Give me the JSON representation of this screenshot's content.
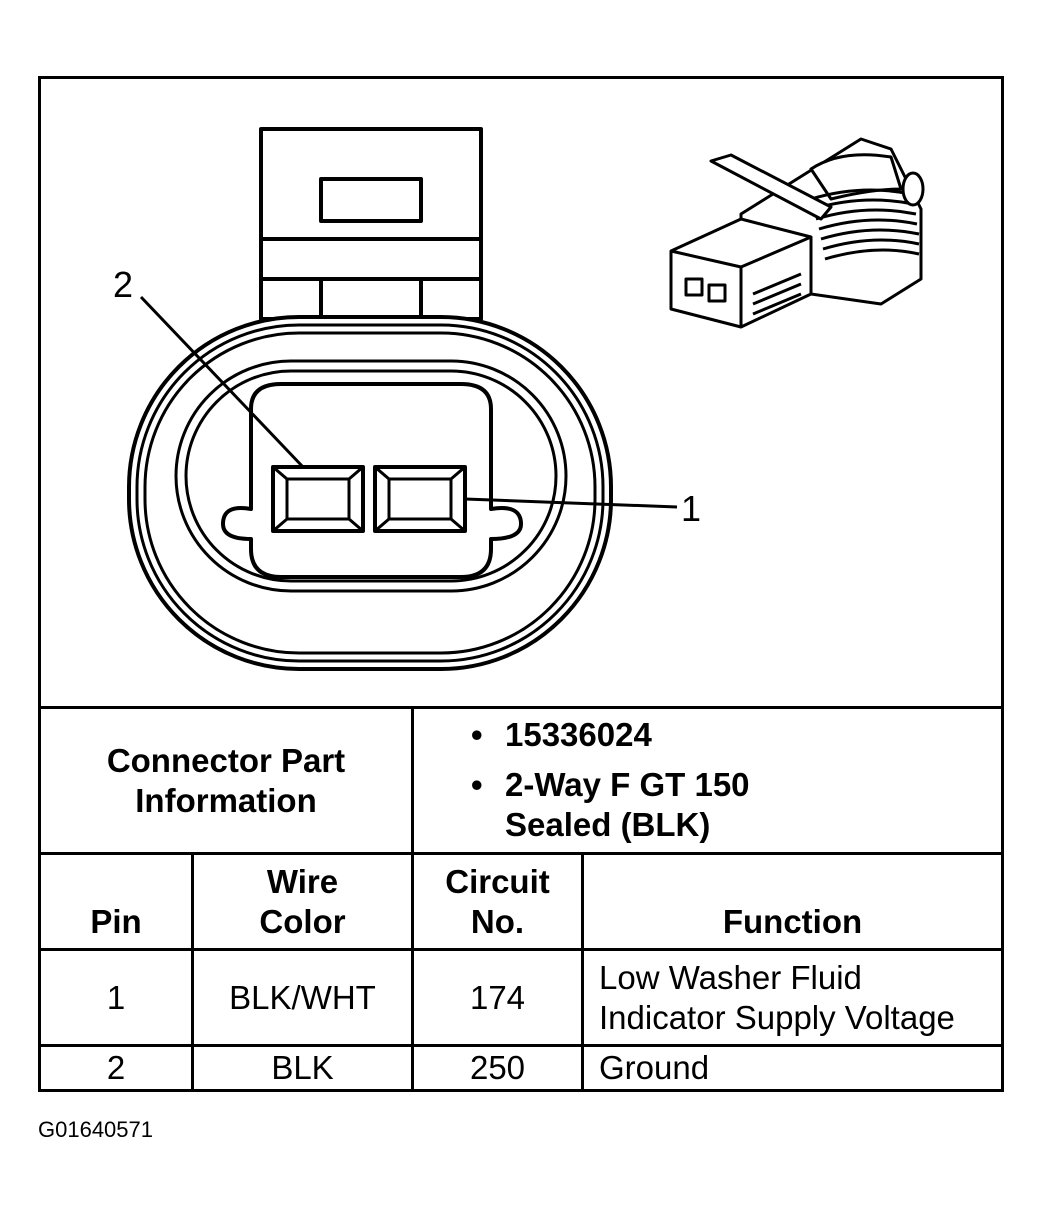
{
  "diagram": {
    "pin_labels": [
      "2",
      "1"
    ]
  },
  "connector_info": {
    "label": "Connector Part Information",
    "label_line1": "Connector Part",
    "label_line2": "Information",
    "items": [
      {
        "lines": [
          "15336024"
        ]
      },
      {
        "lines": [
          "2-Way F GT 150",
          "Sealed (BLK)"
        ]
      }
    ]
  },
  "table": {
    "headers": {
      "pin": "Pin",
      "wire_color_line1": "Wire",
      "wire_color_line2": "Color",
      "circuit_line1": "Circuit",
      "circuit_line2": "No.",
      "function": "Function"
    },
    "rows": [
      {
        "pin": "1",
        "wire_color": "BLK/WHT",
        "circuit": "174",
        "function_line1": "Low Washer Fluid",
        "function_line2": "Indicator Supply Voltage"
      },
      {
        "pin": "2",
        "wire_color": "BLK",
        "circuit": "250",
        "function_line1": "Ground",
        "function_line2": ""
      }
    ]
  },
  "figure_id": "G01640571"
}
